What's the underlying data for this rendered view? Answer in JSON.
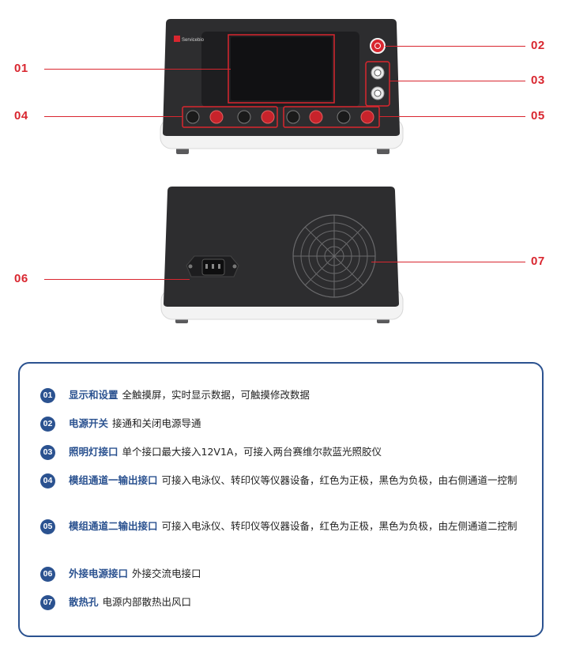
{
  "callouts": [
    {
      "id": "01",
      "label": "01"
    },
    {
      "id": "02",
      "label": "02"
    },
    {
      "id": "03",
      "label": "03"
    },
    {
      "id": "04",
      "label": "04"
    },
    {
      "id": "05",
      "label": "05"
    },
    {
      "id": "06",
      "label": "06"
    },
    {
      "id": "07",
      "label": "07"
    }
  ],
  "device": {
    "brand_logo_text": "Servicebio"
  },
  "colors": {
    "accent_red": "#d9262f",
    "accent_blue": "#2b5290",
    "device_dark": "#2d2d2f"
  },
  "specs": [
    {
      "num": "01",
      "title": "显示和设置",
      "desc": "全触摸屏，实时显示数据，可触摸修改数据"
    },
    {
      "num": "02",
      "title": "电源开关",
      "desc": "接通和关闭电源导通"
    },
    {
      "num": "03",
      "title": "照明灯接口",
      "desc": "单个接口最大接入12V1A，可接入两台赛维尔款蓝光照胶仪"
    },
    {
      "num": "04",
      "title": "模组通道一输出接口",
      "desc": "可接入电泳仪、转印仪等仪器设备，红色为正极，黑色为负极，由右侧通道一控制"
    },
    {
      "num": "05",
      "title": "模组通道二输出接口",
      "desc": "可接入电泳仪、转印仪等仪器设备，红色为正极，黑色为负极，由左侧通道二控制"
    },
    {
      "num": "06",
      "title": "外接电源接口",
      "desc": "外接交流电接口"
    },
    {
      "num": "07",
      "title": "散热孔",
      "desc": "电源内部散热出风口"
    }
  ]
}
